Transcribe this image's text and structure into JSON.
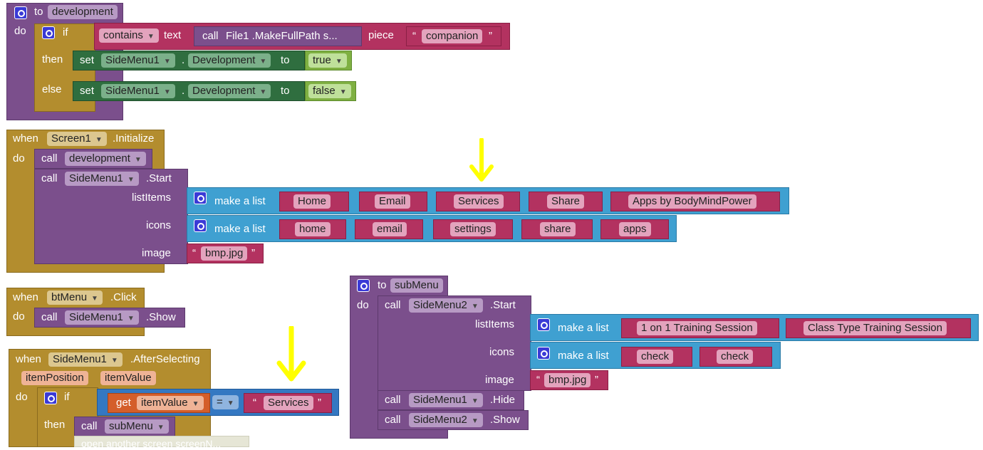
{
  "proc_development": {
    "keyword_to": "to",
    "name": "development",
    "keyword_do": "do",
    "if": "if",
    "then": "then",
    "else": "else",
    "contains": "contains",
    "contains_field": "text",
    "call_label": "call",
    "call_text": "File1 .MakeFullPath s...",
    "piece_label": "piece",
    "piece_value": "companion",
    "set_label": "set",
    "component": "SideMenu1",
    "dot": ".",
    "property": "Development",
    "to_label": "to",
    "true_value": "true",
    "false_value": "false"
  },
  "screen_init": {
    "when": "when",
    "component": "Screen1",
    "event": ".Initialize",
    "do": "do",
    "call_label": "call",
    "call_development": "development",
    "call_start_component": "SideMenu1",
    "call_start_method": ".Start",
    "listitems_label": "listItems",
    "icons_label": "icons",
    "image_label": "image",
    "make_a_list": "make a list",
    "list_items": [
      "Home",
      "Email",
      "Services",
      "Share",
      "Apps by BodyMindPower"
    ],
    "icon_items": [
      "home",
      "email",
      "settings",
      "share",
      "apps"
    ],
    "image_value": "bmp.jpg"
  },
  "btmenu_click": {
    "when": "when",
    "component": "btMenu",
    "event": ".Click",
    "do": "do",
    "call_label": "call",
    "call_component": "SideMenu1",
    "call_method": ".Show"
  },
  "after_selecting": {
    "when": "when",
    "component": "SideMenu1",
    "event": ".AfterSelecting",
    "param1": "itemPosition",
    "param2": "itemValue",
    "do": "do",
    "if": "if",
    "then": "then",
    "get_label": "get",
    "get_value": "itemValue",
    "op": "=",
    "compare_value": "Services",
    "call_label": "call",
    "call_value": "subMenu",
    "ghost_text": "open another screen screenN..."
  },
  "proc_submenu": {
    "keyword_to": "to",
    "name": "subMenu",
    "keyword_do": "do",
    "call_label": "call",
    "start_component": "SideMenu2",
    "start_method": ".Start",
    "listitems_label": "listItems",
    "icons_label": "icons",
    "image_label": "image",
    "make_a_list": "make a list",
    "list_items": [
      "1 on 1 Training Session",
      "Class Type Training Session"
    ],
    "icon_items": [
      "check",
      "check"
    ],
    "image_value": "bmp.jpg",
    "hide_component": "SideMenu1",
    "hide_method": ".Hide",
    "show_component": "SideMenu2",
    "show_method": ".Show"
  },
  "colors": {
    "procedure": "#7b4f8c",
    "control": "#b38d2e",
    "setter": "#2f6e3f",
    "logic": "#7fb042",
    "text": "#b33260",
    "list": "#3fa0d1",
    "arrow": "#ffff00"
  }
}
